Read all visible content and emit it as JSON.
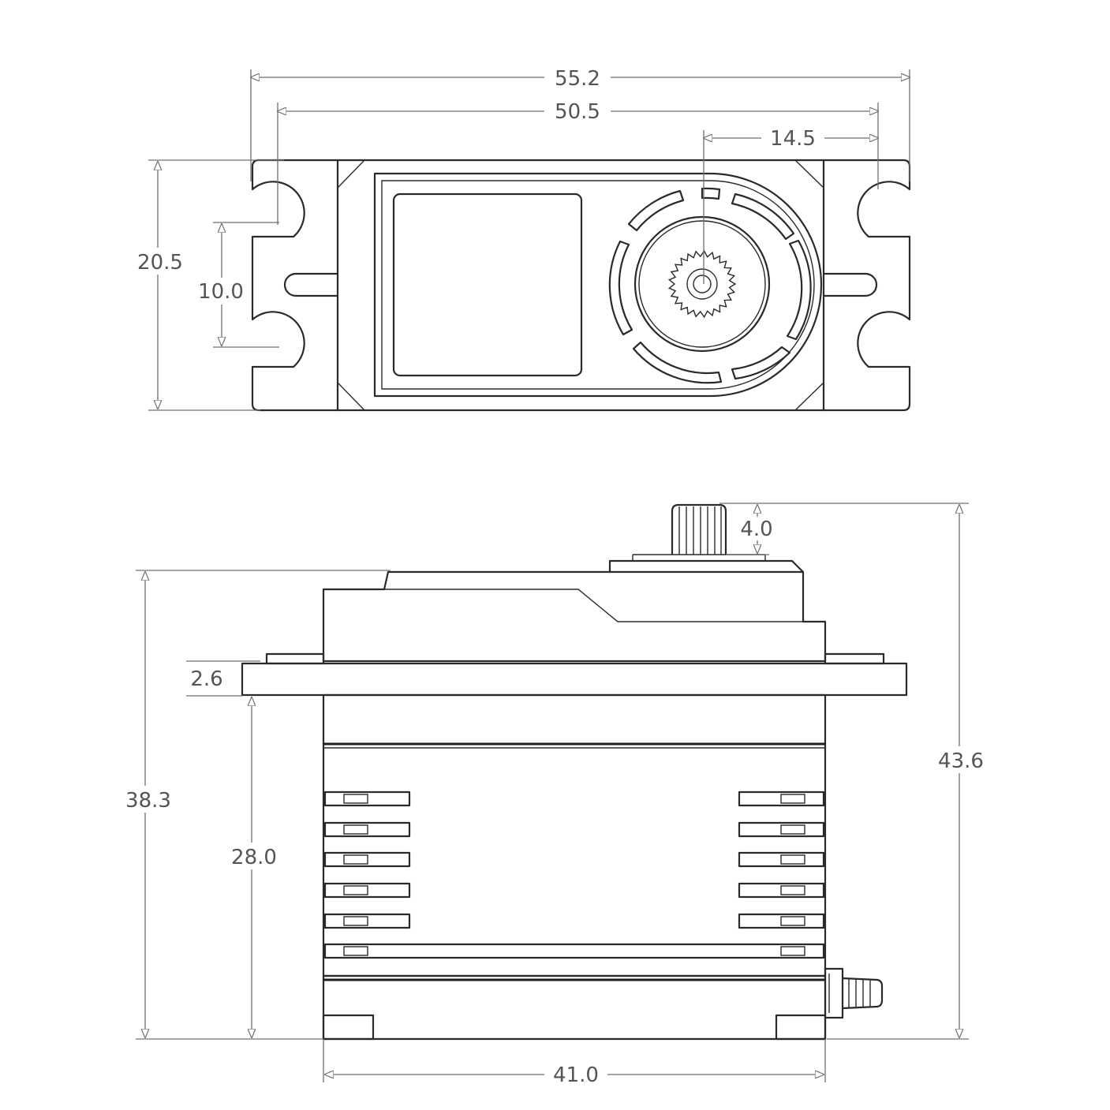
{
  "dimensions": {
    "top_overall_width": "55.2",
    "top_hole_spacing": "50.5",
    "top_output_offset": "14.5",
    "top_body_height": "20.5",
    "top_hole_pitch": "10.0",
    "side_spline_height": "4.0",
    "side_total_height": "43.6",
    "side_case_height": "38.3",
    "side_flange_thickness": "2.6",
    "side_flange_to_base": "28.0",
    "side_case_width": "41.0"
  },
  "colors": {
    "line": "#2a2a2a",
    "dimension": "#6f6f6f",
    "text": "#555555",
    "background": "#ffffff"
  }
}
